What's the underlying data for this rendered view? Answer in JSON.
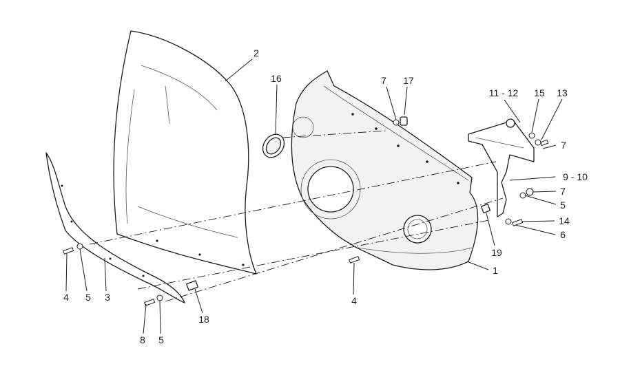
{
  "callouts": [
    {
      "id": "c2",
      "text": "2"
    },
    {
      "id": "c16",
      "text": "16"
    },
    {
      "id": "c7a",
      "text": "7"
    },
    {
      "id": "c17",
      "text": "17"
    },
    {
      "id": "c11_12",
      "text": "11 - 12"
    },
    {
      "id": "c15",
      "text": "15"
    },
    {
      "id": "c13",
      "text": "13"
    },
    {
      "id": "c7b",
      "text": "7"
    },
    {
      "id": "c9_10",
      "text": "9 - 10"
    },
    {
      "id": "c7c",
      "text": "7"
    },
    {
      "id": "c5a",
      "text": "5"
    },
    {
      "id": "c14",
      "text": "14"
    },
    {
      "id": "c6",
      "text": "6"
    },
    {
      "id": "c19",
      "text": "19"
    },
    {
      "id": "c1",
      "text": "1"
    },
    {
      "id": "c4a",
      "text": "4"
    },
    {
      "id": "c4b",
      "text": "4"
    },
    {
      "id": "c5b",
      "text": "5"
    },
    {
      "id": "c3",
      "text": "3"
    },
    {
      "id": "c18",
      "text": "18"
    },
    {
      "id": "c8",
      "text": "8"
    },
    {
      "id": "c5c",
      "text": "5"
    }
  ]
}
